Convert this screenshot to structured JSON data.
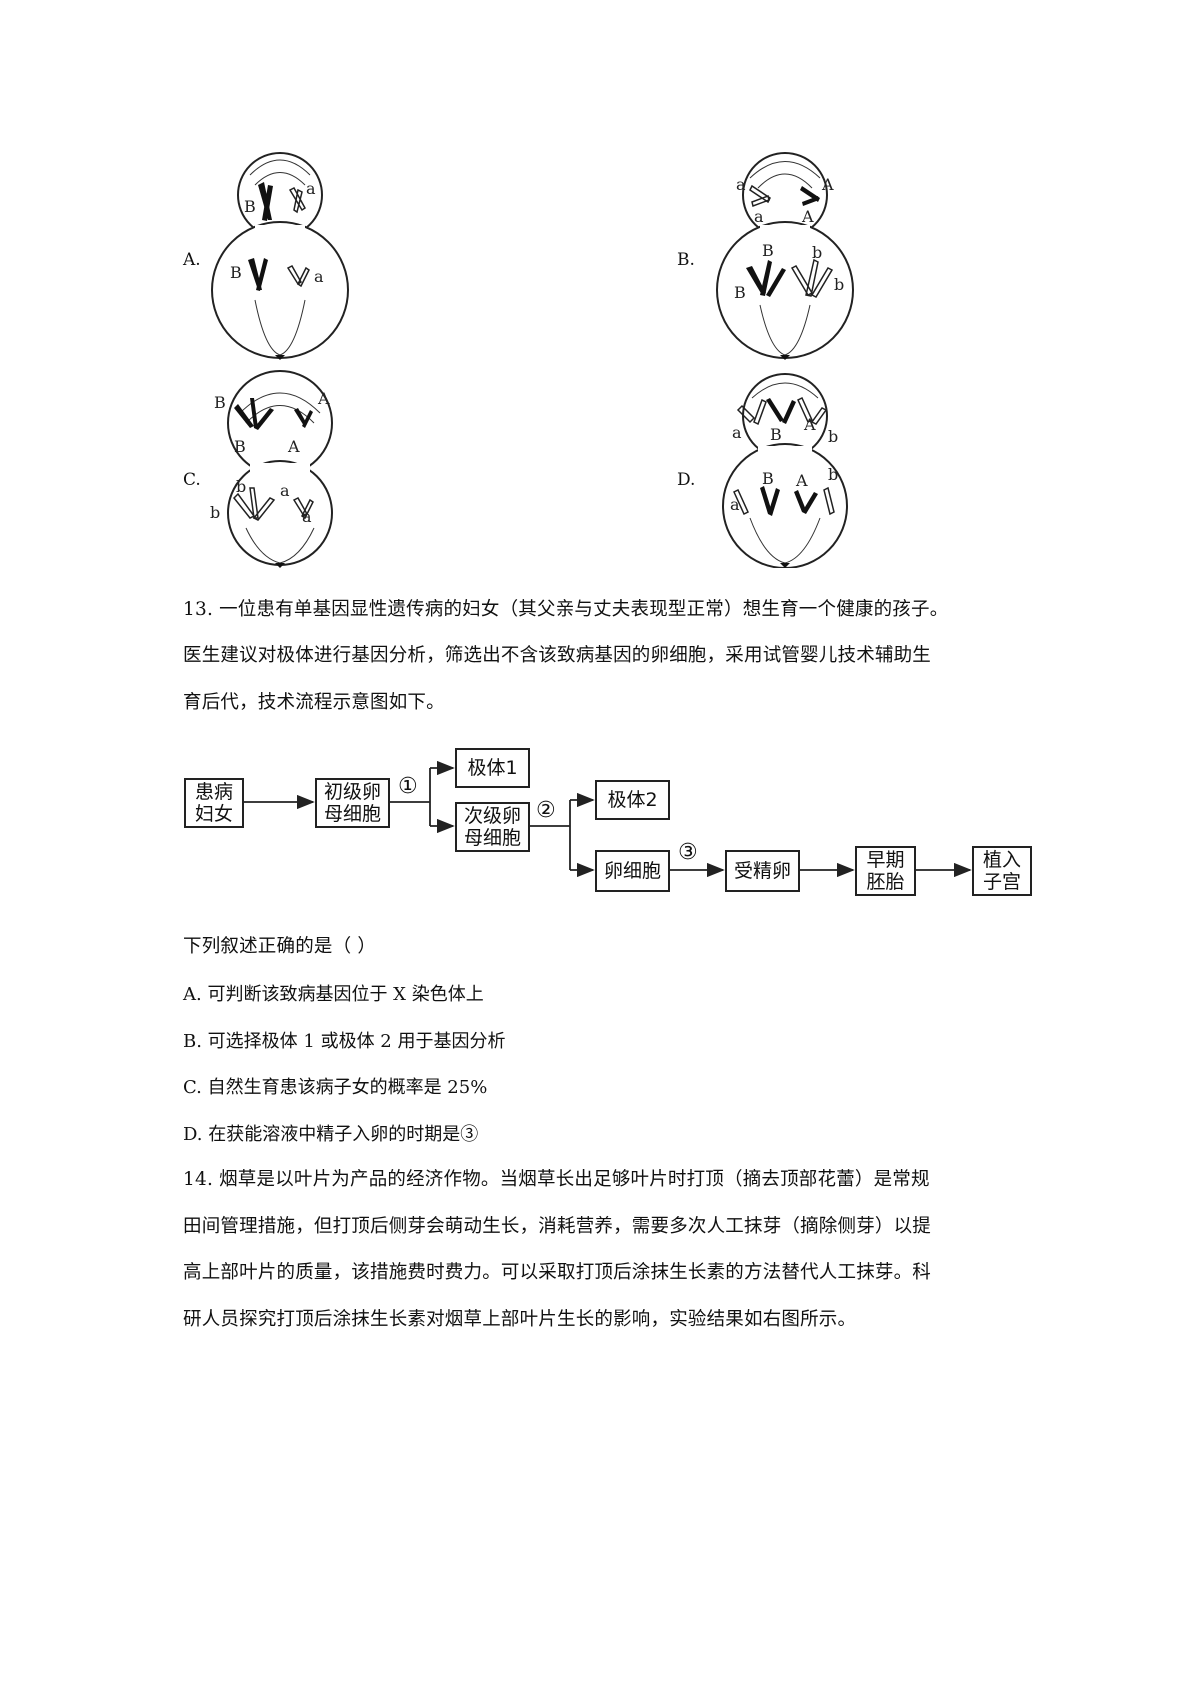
{
  "options_figure": {
    "A": {
      "label": "A.",
      "genes": [
        "B",
        "a",
        "B",
        "a"
      ]
    },
    "B": {
      "label": "B.",
      "genes": [
        "a",
        "A",
        "a",
        "A",
        "B",
        "B",
        "b",
        "b"
      ]
    },
    "C": {
      "label": "C.",
      "genes": [
        "B",
        "A",
        "B",
        "A",
        "b",
        "a",
        "b",
        "a"
      ]
    },
    "D": {
      "label": "D.",
      "genes": [
        "a",
        "B",
        "A",
        "b",
        "a",
        "B",
        "A",
        "b"
      ]
    }
  },
  "q13": {
    "lines": [
      "13.  一位患有单基因显性遗传病的妇女（其父亲与丈夫表现型正常）想生育一个健康的孩子。",
      "医生建议对极体进行基因分析，筛选出不含该致病基因的卵细胞，采用试管婴儿技术辅助生",
      "育后代，技术流程示意图如下。"
    ],
    "flow": {
      "patient": "患病\n妇女",
      "primary_oocyte": "初级卵\n母细胞",
      "step1": "①",
      "polar_body_1": "极体1",
      "secondary_oocyte": "次级卵\n母细胞",
      "step2": "②",
      "polar_body_2": "极体2",
      "egg": "卵细胞",
      "step3": "③",
      "zygote": "受精卵",
      "early_embryo": "早期\n胚胎",
      "implant": "植入\n子宫"
    },
    "prompt": "下列叙述正确的是（        ）",
    "choices": [
      "A.  可判断该致病基因位于 X 染色体上",
      "B.  可选择极体 1 或极体 2 用于基因分析",
      "C.  自然生育患该病子女的概率是 25%",
      "D.  在获能溶液中精子入卵的时期是③"
    ]
  },
  "q14": {
    "lines": [
      "14.  烟草是以叶片为产品的经济作物。当烟草长出足够叶片时打顶（摘去顶部花蕾）是常规",
      "田间管理措施，但打顶后侧芽会萌动生长，消耗营养，需要多次人工抹芽（摘除侧芽）以提",
      "高上部叶片的质量，该措施费时费力。可以采取打顶后涂抹生长素的方法替代人工抹芽。科",
      "研人员探究打顶后涂抹生长素对烟草上部叶片生长的影响，实验结果如右图所示。"
    ]
  }
}
